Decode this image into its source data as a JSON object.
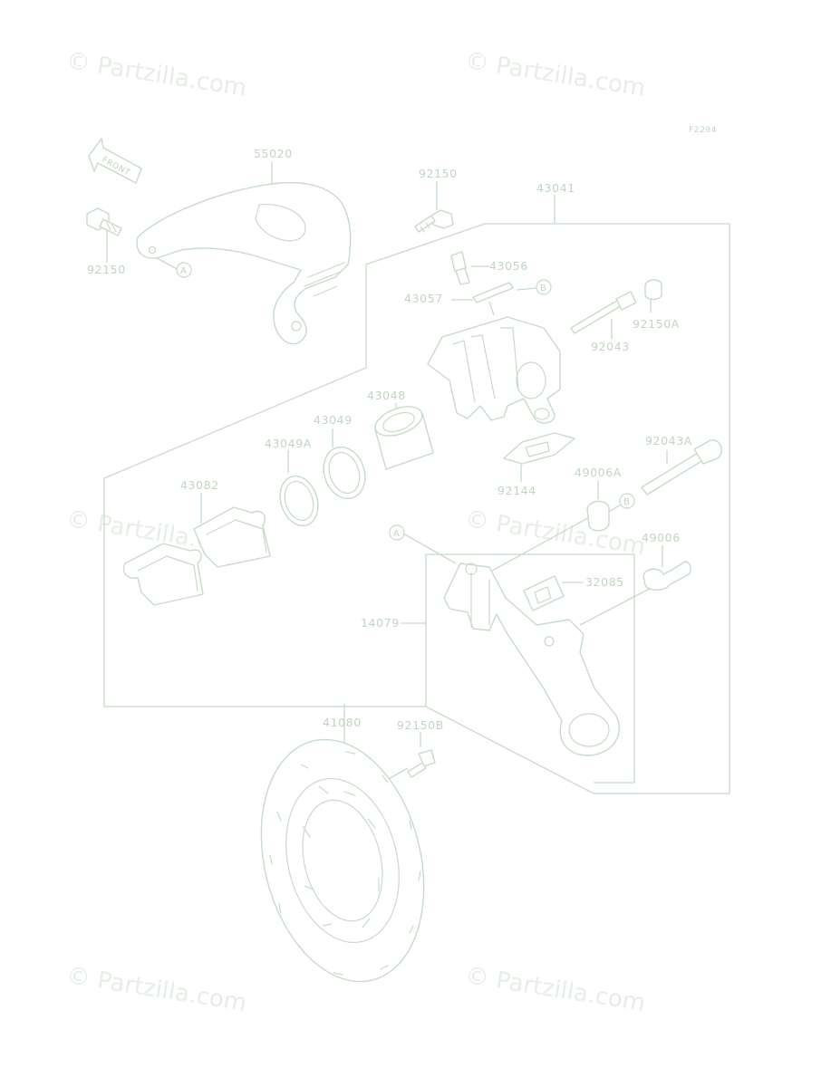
{
  "watermark": {
    "text": "© Partzilla.com",
    "color": "#e6eee6"
  },
  "figure_code": "F2294",
  "front_arrow_label": "FRONT",
  "colors": {
    "line": "#c7dcc7",
    "text": "#bfd7bf",
    "background": "#ffffff"
  },
  "part_labels": {
    "p55020": "55020",
    "p92150_top": "92150",
    "p92150_left": "92150",
    "p43041": "43041",
    "p43056": "43056",
    "p43057": "43057",
    "p92150A": "92150A",
    "p92043": "92043",
    "p43048": "43048",
    "p43049": "43049",
    "p43049A": "43049A",
    "p43082": "43082",
    "p92144": "92144",
    "p92043A": "92043A",
    "p49006A": "49006A",
    "p49006": "49006",
    "p32085": "32085",
    "p14079": "14079",
    "p41080": "41080",
    "p92150B": "92150B"
  },
  "callouts": {
    "a1": "A",
    "a2": "A",
    "b1": "B",
    "b2": "B"
  }
}
